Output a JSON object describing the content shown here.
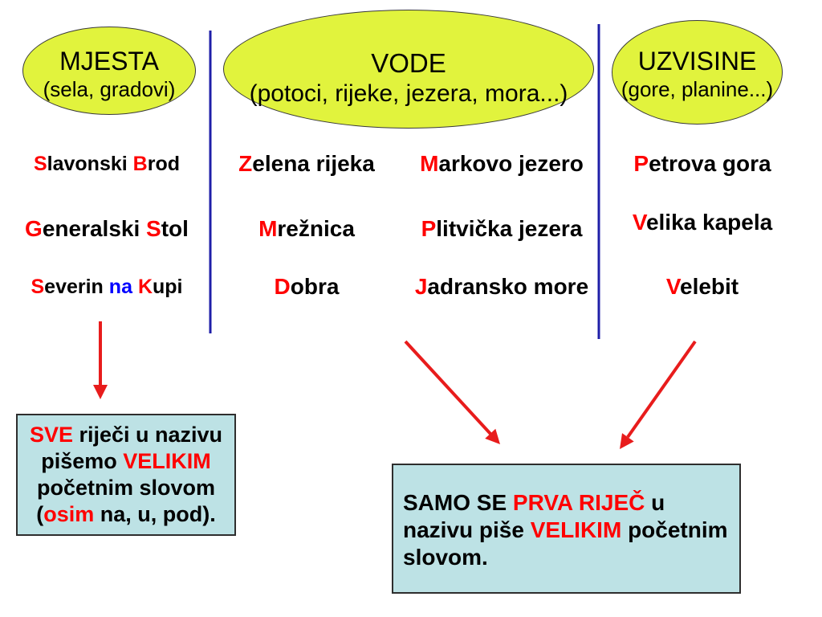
{
  "colors": {
    "capital_letter": "#ff0000",
    "preposition": "#0000ff",
    "text": "#000000",
    "category_fill": "#e1f33d",
    "rule_box_fill": "#bde2e5",
    "divider": "#1f1fa8",
    "arrow": "#e81c1c"
  },
  "categories": [
    {
      "title": "MJESTA",
      "subtitle": "(sela, gradovi)"
    },
    {
      "title": "VODE",
      "subtitle": "(potoci, rijeke, jezera, mora...)"
    },
    {
      "title": "UZVISINE",
      "subtitle": "(gore, planine...)"
    }
  ],
  "example_columns": [
    {
      "items": [
        [
          "S",
          "lavonski",
          "B",
          "rod"
        ],
        [
          "G",
          "eneralski",
          "S",
          "tol"
        ],
        [
          "S",
          "everin",
          "na",
          "K",
          "upi"
        ]
      ]
    },
    {
      "items": [
        [
          "Z",
          "elena rijeka"
        ],
        [
          "M",
          "režnica"
        ],
        [
          "D",
          "obra"
        ]
      ]
    },
    {
      "items": [
        [
          "M",
          "arkovo jezero"
        ],
        [
          "P",
          "litvička jezera"
        ],
        [
          "J",
          "adransko more"
        ]
      ]
    },
    {
      "items": [
        [
          "P",
          "etrova gora"
        ],
        [
          "V",
          "elika kapela"
        ],
        [
          "V",
          "elebit"
        ]
      ]
    }
  ],
  "rules": {
    "all_words": {
      "lines": [
        [
          "SVE",
          "riječi u nazivu"
        ],
        [
          "pišemo",
          "VELIKIM"
        ],
        [
          "početnim slovom"
        ],
        [
          "(",
          "osim",
          "na, u, pod)."
        ]
      ]
    },
    "first_word": {
      "lines": [
        [
          "SAMO SE",
          "PRVA RIJEČ",
          "u"
        ],
        [
          "nazivu piše",
          "VELIKIM",
          "početnim"
        ],
        [
          "slovom."
        ]
      ]
    }
  }
}
